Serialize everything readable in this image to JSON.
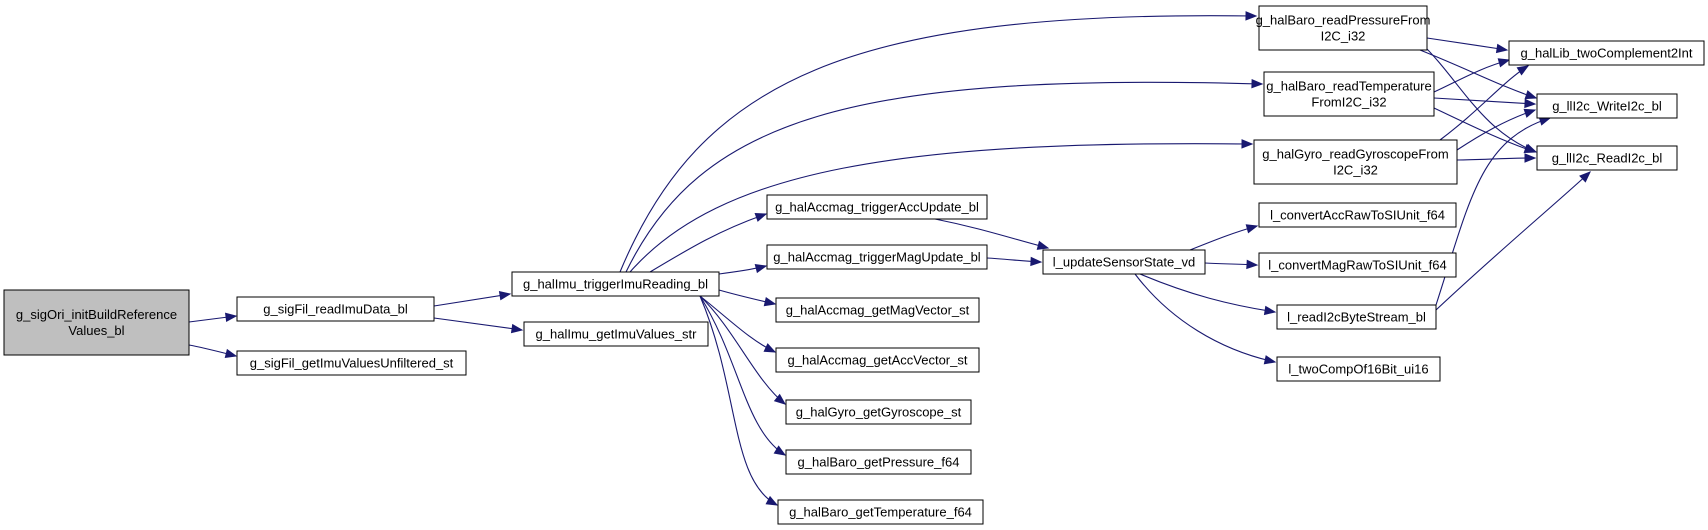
{
  "colors": {
    "edge": "#191970",
    "root_fill": "#bfbfbf",
    "node_fill": "#ffffff",
    "node_border": "#000000"
  },
  "nodes": {
    "root": [
      "g_sigOri_initBuildReference",
      "Values_bl"
    ],
    "readImuData": [
      "g_sigFil_readImuData_bl"
    ],
    "getImuValuesUnfiltered": [
      "g_sigFil_getImuValuesUnfiltered_st"
    ],
    "triggerImuReading": [
      "g_halImu_triggerImuReading_bl"
    ],
    "getImuValues": [
      "g_halImu_getImuValues_str"
    ],
    "triggerAccUpdate": [
      "g_halAccmag_triggerAccUpdate_bl"
    ],
    "triggerMagUpdate": [
      "g_halAccmag_triggerMagUpdate_bl"
    ],
    "getMagVector": [
      "g_halAccmag_getMagVector_st"
    ],
    "getAccVector": [
      "g_halAccmag_getAccVector_st"
    ],
    "getGyroscope": [
      "g_halGyro_getGyroscope_st"
    ],
    "getPressure": [
      "g_halBaro_getPressure_f64"
    ],
    "getTemperature": [
      "g_halBaro_getTemperature_f64"
    ],
    "readPressure": [
      "g_halBaro_readPressureFrom",
      "I2C_i32"
    ],
    "readTemperature": [
      "g_halBaro_readTemperature",
      "FromI2C_i32"
    ],
    "readGyroscope": [
      "g_halGyro_readGyroscopeFrom",
      "I2C_i32"
    ],
    "updateSensorState": [
      "l_updateSensorState_vd"
    ],
    "convertAcc": [
      "l_convertAccRawToSIUnit_f64"
    ],
    "convertMag": [
      "l_convertMagRawToSIUnit_f64"
    ],
    "readI2cByteStream": [
      "l_readI2cByteStream_bl"
    ],
    "twoCompOf16Bit": [
      "l_twoCompOf16Bit_ui16"
    ],
    "twoComplement2Int": [
      "g_halLib_twoComplement2Int"
    ],
    "writeI2c": [
      "g_llI2c_WriteI2c_bl"
    ],
    "readI2c": [
      "g_llI2c_ReadI2c_bl"
    ]
  }
}
